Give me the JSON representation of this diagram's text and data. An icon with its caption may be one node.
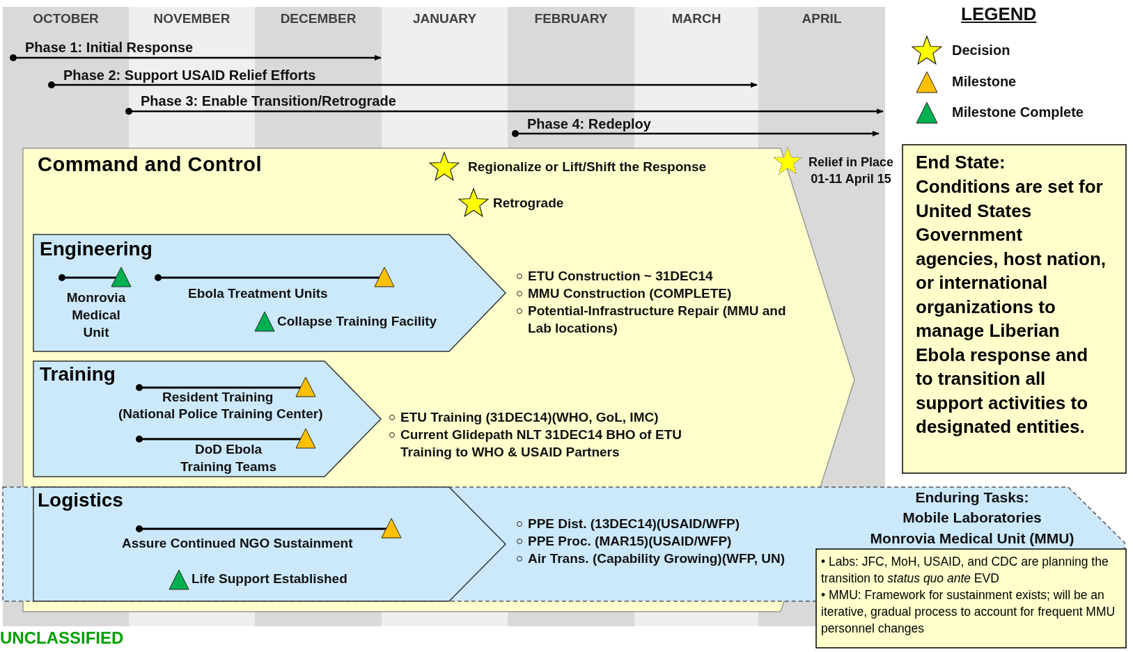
{
  "diagram": {
    "nodes": [
      {
        "text": [
          "Command and Control",
          "Regionalize or Lift/Shift the Response",
          "Retrograde",
          "ETU Construction ~ 31DEC14",
          "MMU Construction (COMPLETE)",
          "Potential-Infrastructure Repair (MMU and Lab locations)",
          "ETU Training (31DEC14)(WHO, GoL, IMC)",
          "Current Glidepath NLT 31DEC14 BHO of ETU Training to WHO & USAID Partners"
        ]
      },
      {
        "text": [
          "Engineering",
          "Monrovia Medical Unit",
          "Ebola Treatment Units",
          "Collapse Training Facility"
        ],
        "in": 0
      },
      {
        "text": [
          "Training",
          "Resident Training",
          "(National Police Training Center)",
          "DoD Ebola Training Teams"
        ],
        "in": 0
      },
      {
        "text": [
          "Enduring Tasks:",
          "Mobile Laboratories",
          "Monrovia Medical Unit (MMU)",
          "PPE Dist. (13DEC14)(USAID/WFP)",
          "PPE Proc. (MAR15)(USAID/WFP)",
          "Air Trans. (Capability Growing)(WFP, UN)"
        ]
      },
      {
        "text": [
          "Logistics",
          "Assure Continued NGO Sustainment",
          "Life Support Established"
        ]
      },
      {
        "text": [
          "• Labs:  JFC, MoH, USAID, and CDC are planning the transition to *status quo ante* EVD",
          "• MMU:  Framework for sustainment exists; will be an iterative, gradual process to account for frequent MMU personnel changes"
        ]
      },
      {
        "text": [
          "End State:",
          "Conditions are set for United States Government agencies, host nation, or international organizations to manage Liberian Ebola response and to transition all support activities to designated entities."
        ]
      }
    ],
    "labels": [
      "OCTOBER",
      "NOVEMBER",
      "DECEMBER",
      "JANUARY",
      "FEBRUARY",
      "MARCH",
      "APRIL",
      "Phase 1:  Initial Response",
      "Phase 2:  Support USAID Relief Efforts",
      "Phase 3:  Enable Transition/Retrograde",
      "Phase 4:  Redeploy",
      "Relief in Place 01-11 April 15",
      "LEGEND",
      "UNCLASSIFIED"
    ],
    "legend": [
      {
        "text": "Decision",
        "color": "#ffff00"
      },
      {
        "text": "Milestone",
        "color": "#ffc000"
      },
      {
        "text": "Milestone Complete",
        "color": "#00b050"
      }
    ]
  }
}
